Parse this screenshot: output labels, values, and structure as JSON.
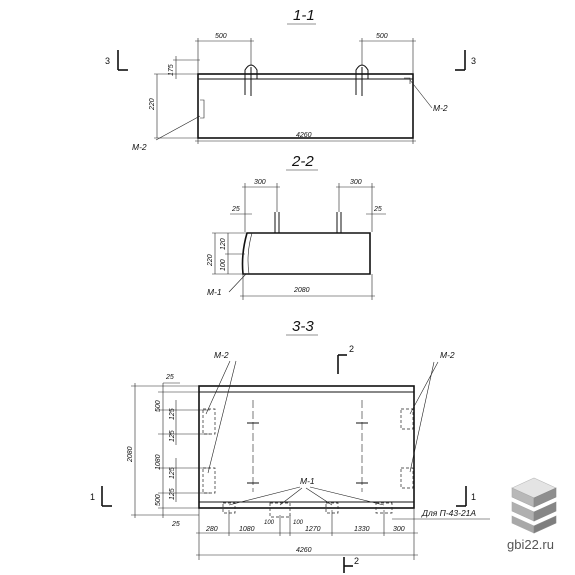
{
  "views": {
    "s11": {
      "title": "1-1",
      "dim_left": "500",
      "dim_right": "500",
      "dim_175": "175",
      "dim_220": "220",
      "dim_length": "4260",
      "mark_m2_left": "М-2",
      "mark_m2_right": "М-2",
      "cut_left": "3",
      "cut_right": "3"
    },
    "s22": {
      "title": "2-2",
      "dim_300_left": "300",
      "dim_300_right": "300",
      "dim_25_left": "25",
      "dim_25_right": "25",
      "dim_120": "120",
      "dim_220": "220",
      "dim_100": "100",
      "dim_width": "2080",
      "mark_m1": "М-1"
    },
    "s33": {
      "title": "3-3",
      "mark_m2_left": "М-2",
      "mark_m2_right": "М-2",
      "mark_m1": "М-1",
      "cut_top": "2",
      "cut_bottom": "2",
      "cut_left": "1",
      "cut_right": "1",
      "left_dims": {
        "d25_top": "25",
        "d500_top": "500",
        "d125_a": "125",
        "d125_b": "125",
        "d1080": "1080",
        "d125_c": "125",
        "d125_d": "125",
        "d500_bot": "500",
        "d25_bot": "25",
        "d2080": "2080"
      },
      "bottom_dims": {
        "d280": "280",
        "d1080": "1080",
        "d100_a": "100",
        "d100_b": "100",
        "d1270": "1270",
        "d1330": "1330",
        "d300": "300",
        "d4260": "4260"
      },
      "note": "Для П-43-21А"
    }
  },
  "watermark": "gbi22.ru"
}
